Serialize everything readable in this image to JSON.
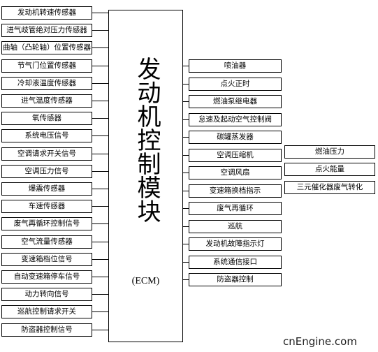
{
  "ecm": {
    "title": "发动机控制模块",
    "subtitle": "(ECM)"
  },
  "inputs": [
    "发动机转速传感器",
    "进气歧管绝对压力传感器",
    "曲轴（凸轮轴）位置传感器",
    "节气门位置传感器",
    "冷却液温度传感器",
    "进气温度传感器",
    "氧传感器",
    "系统电压信号",
    "空调请求开关信号",
    "空调压力信号",
    "爆震传感器",
    "车速传感器",
    "废气再循环控制信号",
    "空气流量传感器",
    "变速箱档位信号",
    "自动变速箱停车信号",
    "动力转向信号",
    "巡航控制请求开关",
    "防盗器控制信号"
  ],
  "outputs": [
    "喷油器",
    "点火正时",
    "燃油泵继电器",
    "怠速及起动空气控制阀",
    "碳罐蒸发器",
    "空调压缩机",
    "空调风扇",
    "变速箱换档指示",
    "废气再循环",
    "巡航",
    "发动机故障指示灯",
    "系统通信接口",
    "防盗器控制"
  ],
  "extra_outputs": [
    "燃油压力",
    "点火能量",
    "三元催化器废气转化"
  ],
  "watermark": "cnEngine.com"
}
